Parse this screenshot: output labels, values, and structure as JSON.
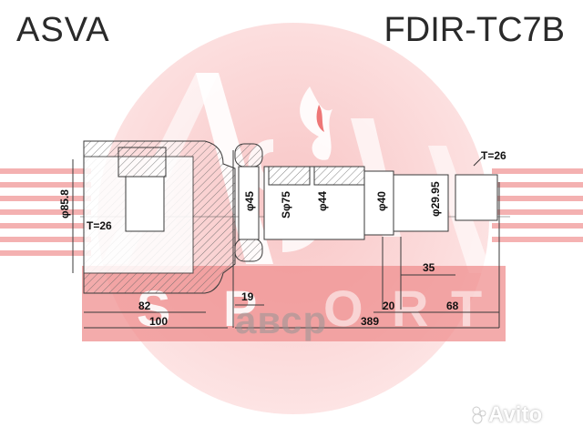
{
  "header": {
    "brand": "ASVA",
    "part_number": "FDIR-TC7B"
  },
  "logo": {
    "letters": "ASVA",
    "subtitle_letters": [
      "S",
      "P",
      "O",
      "R",
      "T"
    ],
    "circle_color": "#f6c9c9",
    "stripe_color": "#ef9a9a",
    "band_color": "#e86a6a"
  },
  "drawing": {
    "line_color": "#3a3a3a",
    "hatch_color": "#555555",
    "labels": {
      "spline_inner": "T=26",
      "spline_outer": "T=26",
      "dia_outer_housing": "φ85.8",
      "dia_45": "φ45",
      "dia_sphere": "Sφ75",
      "dia_44": "φ44",
      "dia_40": "φ40",
      "dia_29": "φ29.95"
    },
    "dimensions": {
      "d82": "82",
      "d100": "100",
      "d19": "19",
      "d389": "389",
      "d20": "20",
      "d68": "68",
      "d35": "35"
    }
  },
  "watermarks": {
    "center": "авср",
    "corner": "Avito"
  }
}
